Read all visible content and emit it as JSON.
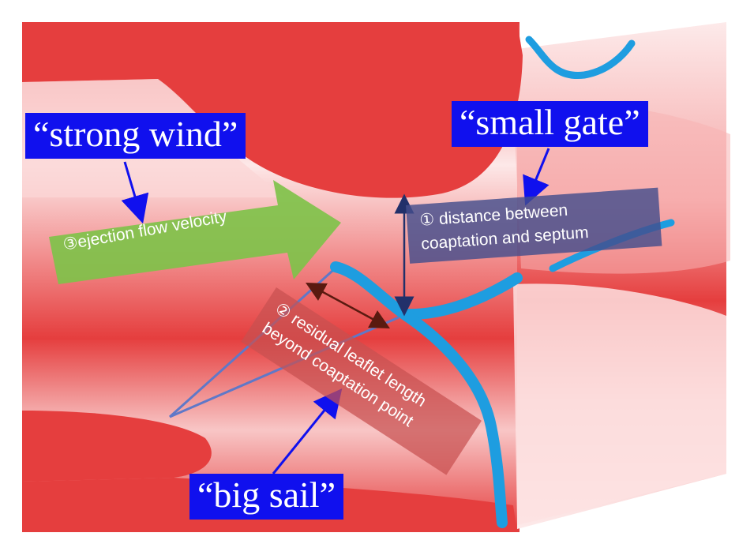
{
  "callouts": {
    "strong_wind": "“strong wind”",
    "small_gate": "“small gate”",
    "big_sail": "“big sail”"
  },
  "labels": {
    "ejection_flow": "③ejection flow velocity",
    "distance_line1": "① distance between",
    "distance_line2": "coaptation and septum",
    "residual_line1": "② residual leaflet length",
    "residual_line2": "beyond coaptation point"
  },
  "colors": {
    "tissue_red": "#e53e3e",
    "leaflet_blue": "#1e9de0",
    "callout_blue": "#1010ee",
    "flow_green": "#7fc24a",
    "distance_box": "#444e8c",
    "residual_box": "#c85050"
  }
}
